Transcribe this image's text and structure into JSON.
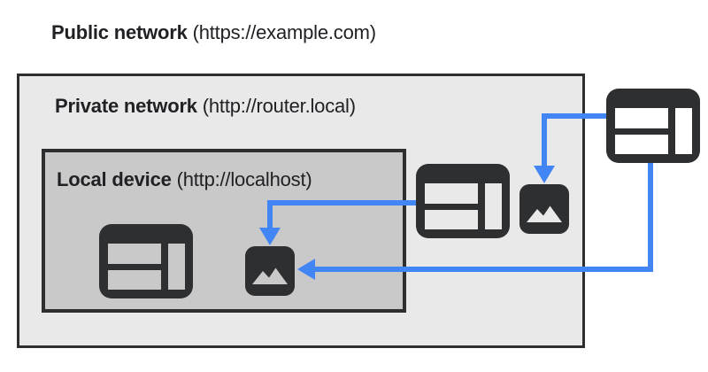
{
  "title": {
    "bold": "Public network",
    "url": " (https://example.com)"
  },
  "private_network": {
    "bold": "Private network",
    "url": " (http://router.local)"
  },
  "local_device": {
    "bold": "Local device",
    "url": " (http://localhost)"
  },
  "icons": {
    "web_public": "webpage-icon",
    "web_private": "webpage-icon",
    "web_local": "webpage-icon",
    "img_private": "image-icon",
    "img_local": "image-icon"
  },
  "arrows": [
    {
      "from": "webpage-icon-public",
      "to": "image-icon-private"
    },
    {
      "from": "webpage-icon-public",
      "to": "image-icon-local"
    },
    {
      "from": "webpage-icon-private",
      "to": "image-icon-local"
    }
  ],
  "colors": {
    "text": "#202124",
    "accent_blue": "#4285f4",
    "icon_dark": "#2d2f31",
    "border_dark": "#2c2e30",
    "private_bg": "#e9e9e9",
    "local_bg": "#c9c9c9",
    "page_bg": "#ffffff"
  }
}
